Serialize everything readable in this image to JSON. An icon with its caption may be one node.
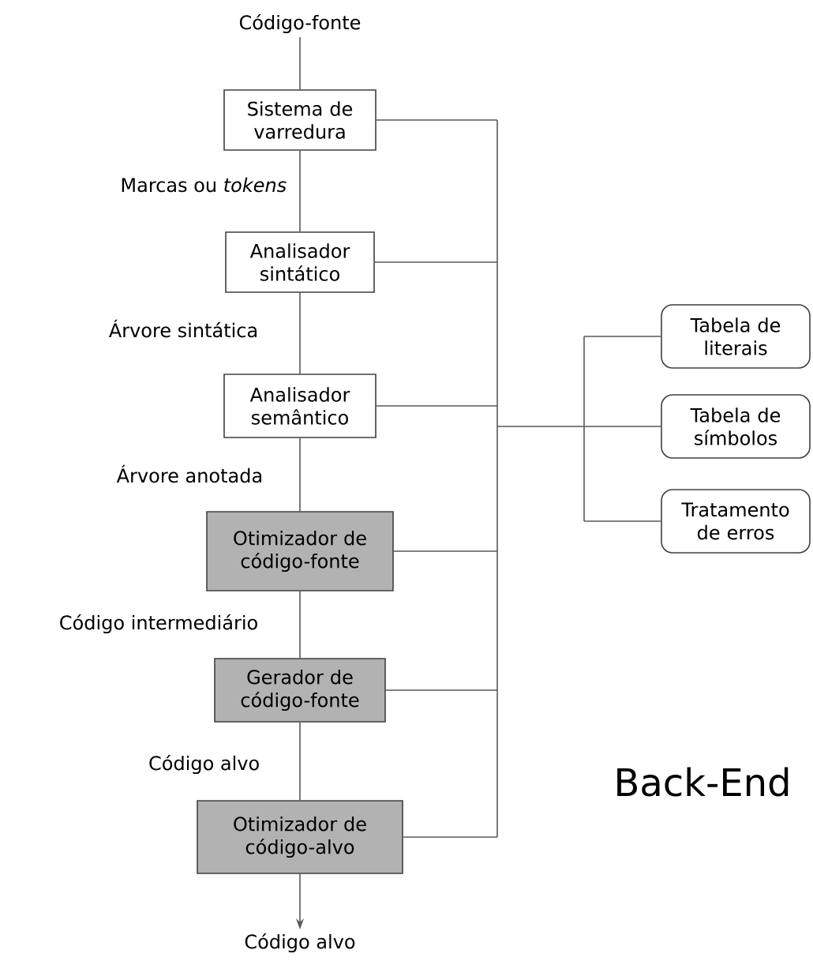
{
  "diagram": {
    "nodes": [
      {
        "text": [
          "Código-fonte"
        ]
      },
      {
        "text": [
          "Sistema de varredura"
        ]
      },
      {
        "text": [
          "Analisador sintático"
        ]
      },
      {
        "text": [
          "Analisador semântico"
        ]
      },
      {
        "text": [
          "Otimizador de código-fonte"
        ]
      },
      {
        "text": [
          "Gerador de código-fonte"
        ]
      },
      {
        "text": [
          "Otimizador de código-alvo"
        ]
      },
      {
        "text": [
          "Código alvo"
        ]
      },
      {
        "text": [
          "Tabela de literais"
        ]
      },
      {
        "text": [
          "Tabela de símbolos"
        ]
      },
      {
        "text": [
          "Tratamento de erros"
        ]
      }
    ],
    "edges": [
      {
        "from": 0,
        "to": 1,
        "arrow": "none"
      },
      {
        "from": 1,
        "to": 2,
        "arrow": "none",
        "label": "Marcas ou *tokens*"
      },
      {
        "from": 2,
        "to": 3,
        "arrow": "none",
        "label": "Árvore sintática"
      },
      {
        "from": 3,
        "to": 4,
        "arrow": "none",
        "label": "Árvore anotada"
      },
      {
        "from": 4,
        "to": 5,
        "arrow": "none",
        "label": "Código intermediário"
      },
      {
        "from": 5,
        "to": 6,
        "arrow": "none",
        "label": "Código alvo"
      },
      {
        "from": 6,
        "to": 7,
        "arrow": "to"
      },
      {
        "from": 1,
        "to": 8,
        "arrow": "none"
      },
      {
        "from": 1,
        "to": 9,
        "arrow": "none"
      },
      {
        "from": 1,
        "to": 10,
        "arrow": "none"
      },
      {
        "from": 2,
        "to": 8,
        "arrow": "none"
      },
      {
        "from": 2,
        "to": 9,
        "arrow": "none"
      },
      {
        "from": 2,
        "to": 10,
        "arrow": "none"
      },
      {
        "from": 3,
        "to": 8,
        "arrow": "none"
      },
      {
        "from": 3,
        "to": 9,
        "arrow": "none"
      },
      {
        "from": 3,
        "to": 10,
        "arrow": "none"
      },
      {
        "from": 4,
        "to": 8,
        "arrow": "none"
      },
      {
        "from": 4,
        "to": 9,
        "arrow": "none"
      },
      {
        "from": 4,
        "to": 10,
        "arrow": "none"
      },
      {
        "from": 5,
        "to": 8,
        "arrow": "none"
      },
      {
        "from": 5,
        "to": 9,
        "arrow": "none"
      },
      {
        "from": 5,
        "to": 10,
        "arrow": "none"
      },
      {
        "from": 6,
        "to": 8,
        "arrow": "none"
      },
      {
        "from": 6,
        "to": 9,
        "arrow": "none"
      },
      {
        "from": 6,
        "to": 10,
        "arrow": "none"
      }
    ],
    "labels": [
      "Back-End"
    ]
  }
}
